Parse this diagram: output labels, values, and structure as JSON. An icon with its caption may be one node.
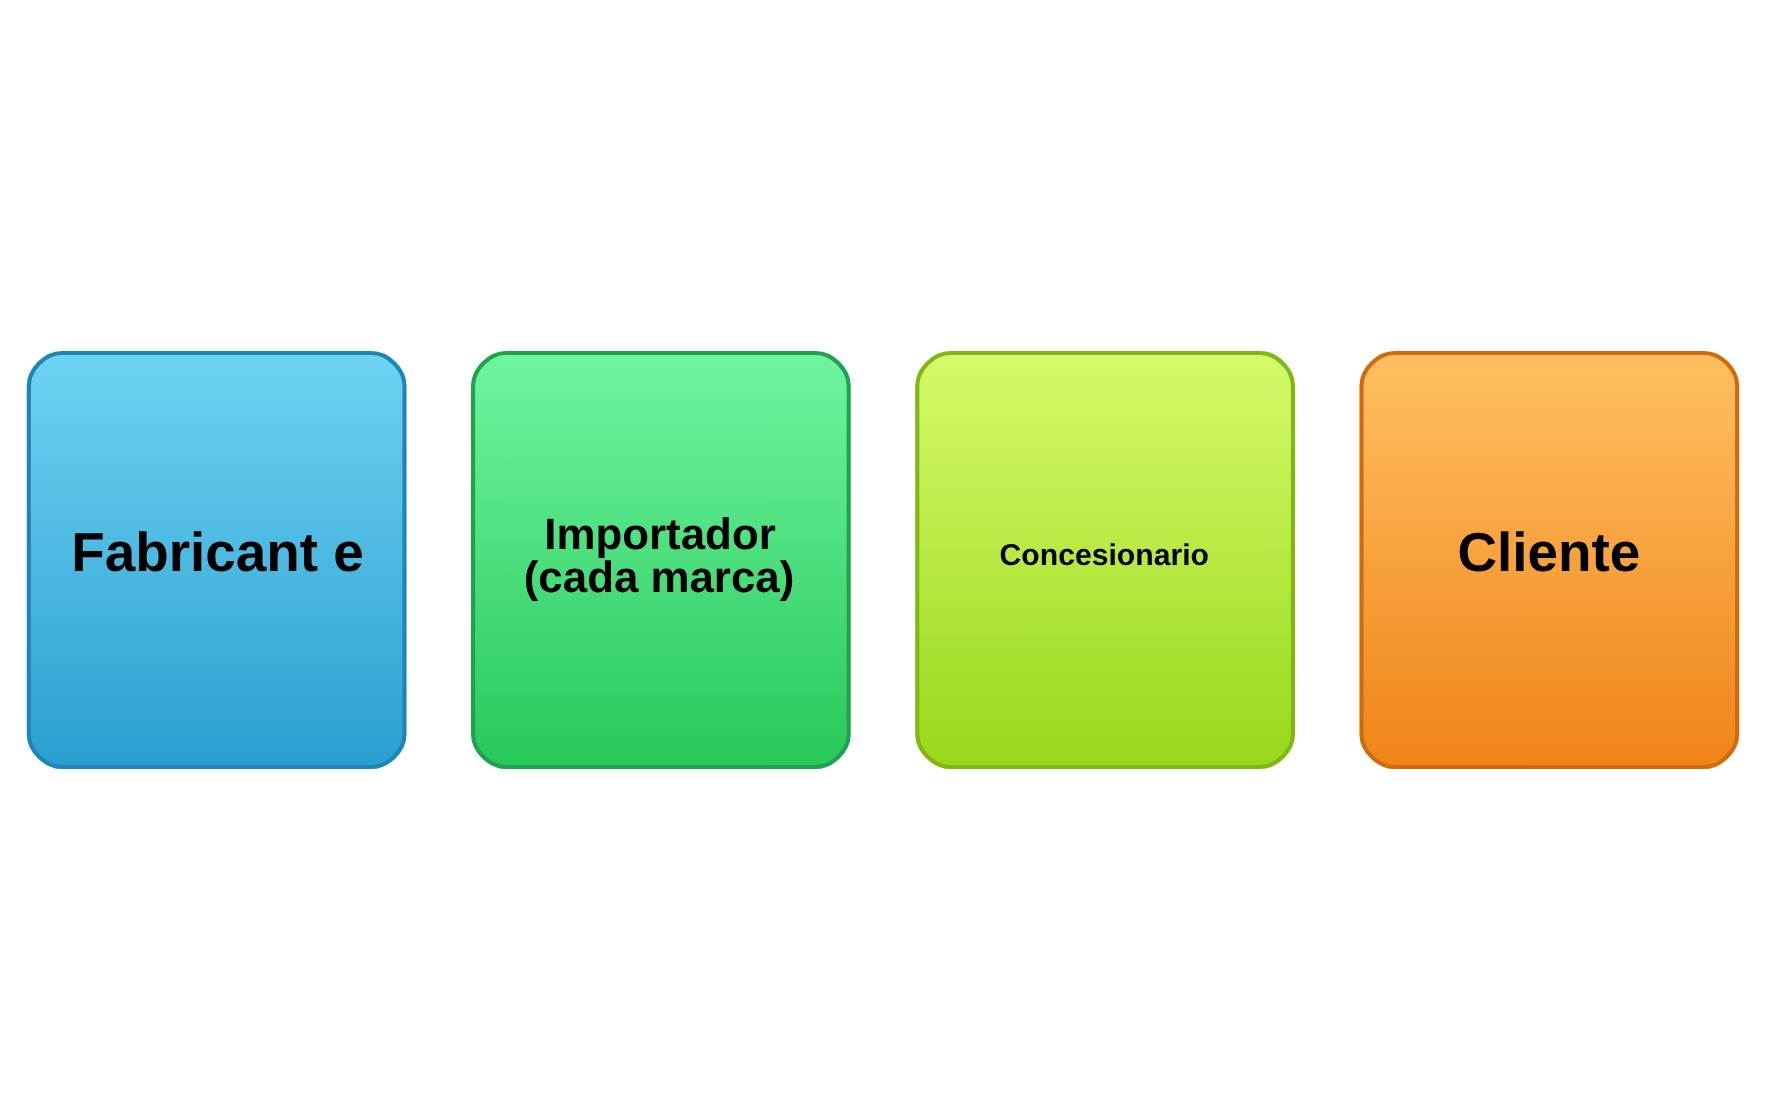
{
  "diagram": {
    "nodes": [
      {
        "text": [
          "Fabricant e"
        ]
      },
      {
        "text": [
          "Importador (cada marca)"
        ]
      },
      {
        "text": [
          "Concesionario"
        ]
      },
      {
        "text": [
          "Cliente"
        ]
      }
    ]
  }
}
